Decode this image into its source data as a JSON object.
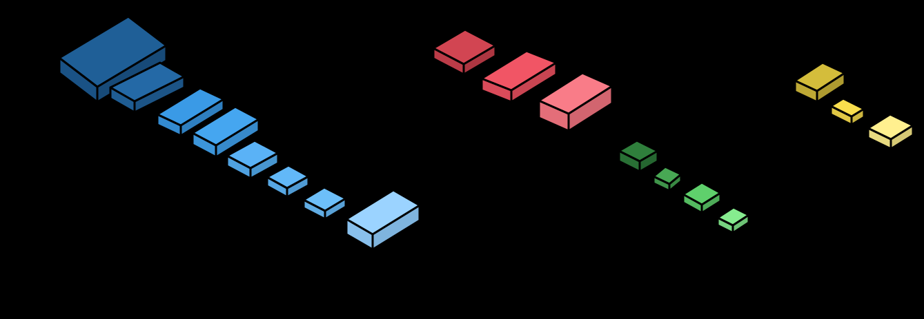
{
  "background": "#000000",
  "groups": [
    {
      "name": "blue",
      "blocks": [
        {
          "face": "#1f5f97",
          "left": "#1a5285",
          "right": "#174a78"
        },
        {
          "face": "#2469a6",
          "left": "#1f5d93",
          "right": "#1c5486"
        },
        {
          "face": "#3a9ae6",
          "left": "#338ad0",
          "right": "#2f7fc0"
        },
        {
          "face": "#45a6f0",
          "left": "#3c95da",
          "right": "#378acb"
        },
        {
          "face": "#5ab2f6",
          "left": "#4fa1e0",
          "right": "#4896d0"
        },
        {
          "face": "#62b8f8",
          "left": "#57a7e3",
          "right": "#509bd4"
        },
        {
          "face": "#6dbff9",
          "left": "#61ade4",
          "right": "#59a1d6"
        },
        {
          "face": "#9bd3ff",
          "left": "#89c0ec",
          "right": "#7fb4de"
        }
      ]
    },
    {
      "name": "red",
      "blocks": [
        {
          "face": "#d24552",
          "left": "#bc3c48",
          "right": "#ad3641"
        },
        {
          "face": "#f15565",
          "left": "#da4b5a",
          "right": "#c94552"
        },
        {
          "face": "#f97c88",
          "left": "#e46e79",
          "right": "#d2656f"
        }
      ]
    },
    {
      "name": "green",
      "blocks": [
        {
          "face": "#2f7f3c",
          "left": "#297035",
          "right": "#256630"
        },
        {
          "face": "#48a854",
          "left": "#3f954a",
          "right": "#398943"
        },
        {
          "face": "#5fd06c",
          "left": "#54bb60",
          "right": "#4dab58"
        },
        {
          "face": "#86ec8f",
          "left": "#77d480",
          "right": "#6dc375"
        }
      ]
    },
    {
      "name": "yellow",
      "blocks": [
        {
          "face": "#d4bd3b",
          "left": "#bea935",
          "right": "#ae9b30"
        },
        {
          "face": "#f9de4d",
          "left": "#e0c745",
          "right": "#cdb63f"
        },
        {
          "face": "#fff08f",
          "left": "#e8da80",
          "right": "#d6c975"
        }
      ]
    }
  ]
}
